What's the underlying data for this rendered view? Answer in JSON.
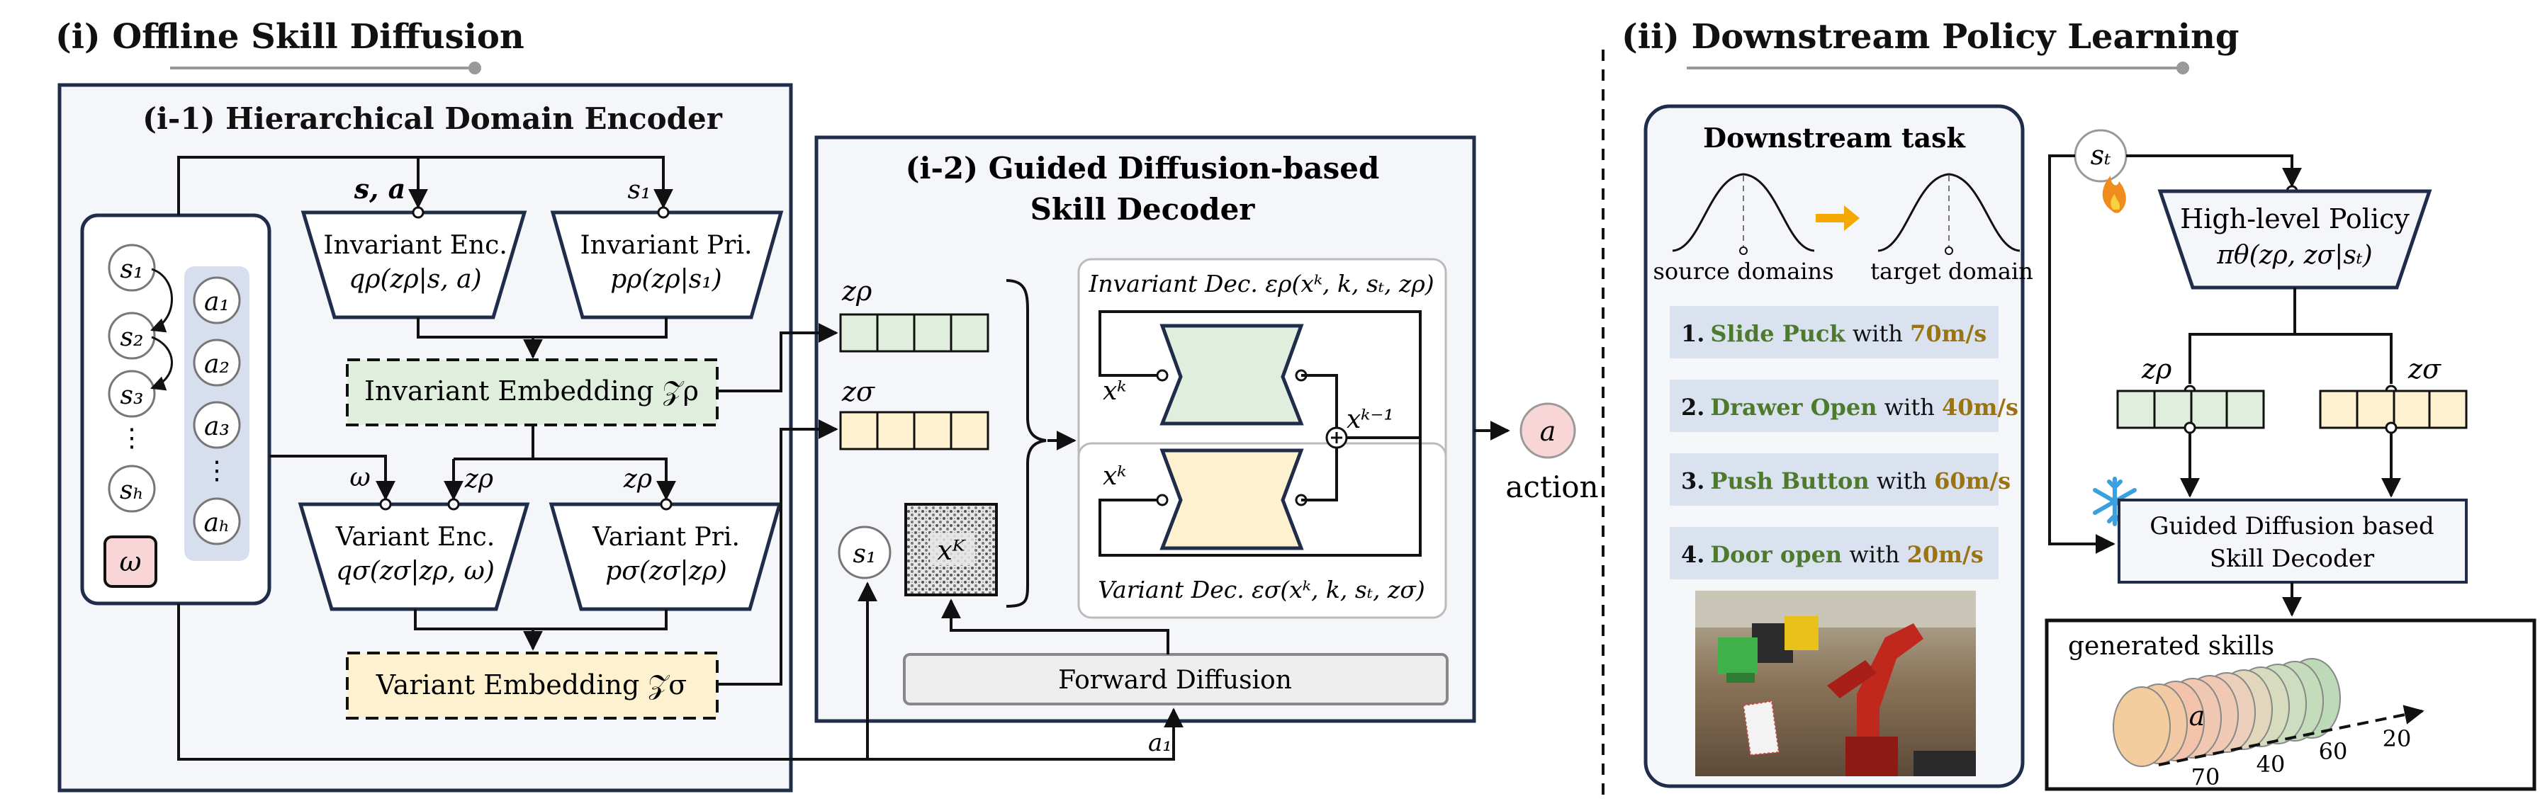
{
  "section_left_title": "(i) Offline Skill Diffusion",
  "section_right_title": "(ii) Downstream Policy Learning",
  "encoder": {
    "title": "(i-1) Hierarchical Domain Encoder",
    "state_labels": [
      "s₁",
      "s₂",
      "s₃",
      "⋮",
      "sₕ"
    ],
    "action_labels": [
      "a₁",
      "a₂",
      "a₃",
      "⋮",
      "aₕ"
    ],
    "omega": "ω",
    "input_sa": "s, a",
    "input_s1": "s₁",
    "invariant_enc": {
      "name": "Invariant Enc.",
      "formula": "qρ(zρ|s, a)"
    },
    "invariant_pri": {
      "name": "Invariant Pri.",
      "formula": "pρ(zρ|s₁)"
    },
    "invariant_embedding": "Invariant Embedding 𝒵ρ",
    "variant_enc": {
      "name": "Variant Enc.",
      "formula": "qσ(zσ|zρ, ω)"
    },
    "variant_pri": {
      "name": "Variant Pri.",
      "formula": "pσ(zσ|zρ)"
    },
    "variant_embedding": "Variant Embedding 𝒵σ",
    "omega_in": "ω",
    "z_rho_in_1": "zρ",
    "z_rho_in_2": "zρ"
  },
  "decoder": {
    "title_line1": "(i-2) Guided Diffusion-based",
    "title_line2": "Skill Decoder",
    "z_rho": "zρ",
    "z_sigma": "zσ",
    "s1": "s₁",
    "noise_label": "xᴷ",
    "invariant_dec": "Invariant Dec. ερ(xᵏ, k, sₜ, zρ)",
    "variant_dec": "Variant Dec. εσ(xᵏ, k, sₜ, zσ)",
    "xk_top": "xᵏ",
    "xk_bottom": "xᵏ",
    "xk_minus_1": "xᵏ⁻¹",
    "forward_diffusion": "Forward Diffusion",
    "a1": "a₁"
  },
  "action": {
    "symbol": "a",
    "label": "action"
  },
  "downstream": {
    "title": "Downstream task",
    "source_label": "source domains",
    "target_label": "target domain",
    "tasks": [
      {
        "num": "1.",
        "task": "Slide Puck",
        "with": " with ",
        "speed": "70m/s"
      },
      {
        "num": "2.",
        "task": "Drawer Open",
        "with": " with ",
        "speed": "40m/s"
      },
      {
        "num": "3.",
        "task": "Push Button",
        "with": " with ",
        "speed": "60m/s"
      },
      {
        "num": "4.",
        "task": "Door open",
        "with": " with ",
        "speed": "20m/s"
      }
    ]
  },
  "policy": {
    "state": "sₜ",
    "name": "High-level Policy",
    "formula": "πθ(zρ, zσ|sₜ)",
    "z_rho": "zρ",
    "z_sigma": "zσ",
    "decoder_line1": "Guided Diffusion based",
    "decoder_line2": "Skill Decoder",
    "generated_title": "generated skills",
    "skill_symbol": "a",
    "speed_ticks": [
      "70",
      "40",
      "60",
      "20"
    ]
  },
  "colors": {
    "green_fill": "#dfeedd",
    "yellow_fill": "#fdf1cf",
    "blue_panel": "#f4f6fa",
    "border": "#1f2c4a",
    "task_fill": "#dae2f0",
    "task_green": "#4d7a2d",
    "task_gold": "#9a7410",
    "arrow_orange": "#f5a800"
  }
}
